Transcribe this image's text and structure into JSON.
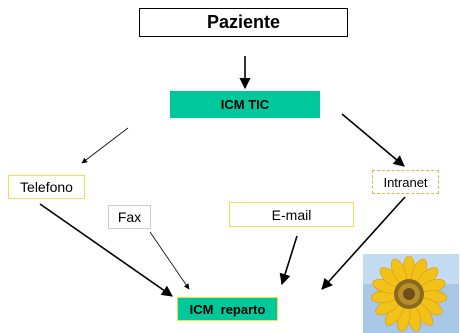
{
  "nodes": {
    "paziente": "Paziente",
    "icm_tic": "ICM TIC",
    "telefono": "Telefono",
    "fax": "Fax",
    "email": "E-mail",
    "intranet": "Intranet",
    "icm_reparto": "ICM  reparto"
  },
  "colors": {
    "highlight_fill": "#00c89a",
    "accent_border": "#f0e04a",
    "arrow": "#000000"
  },
  "image": {
    "icon": "sunflower-photo"
  }
}
